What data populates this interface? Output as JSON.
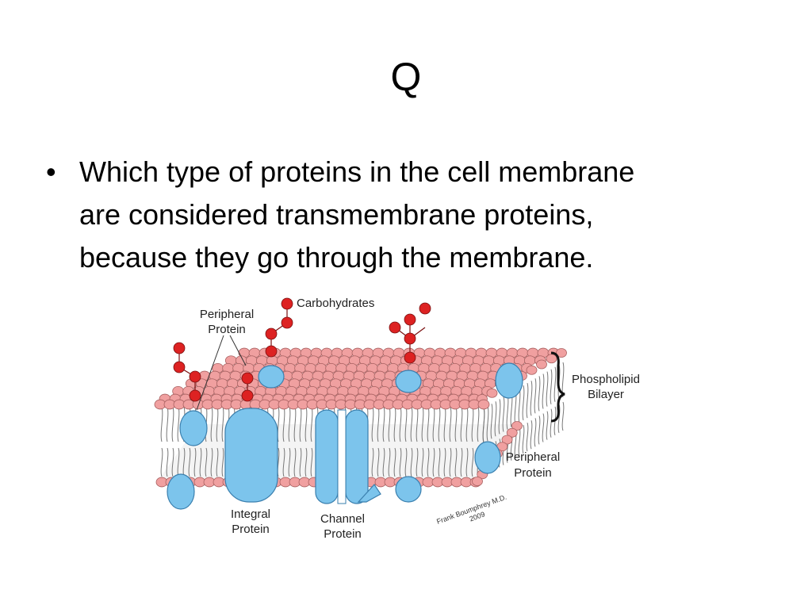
{
  "slide": {
    "title": "Q",
    "bullet_lines": [
      "Which type of proteins in the cell membrane",
      "are considered transmembrane proteins,",
      "because they go through the membrane."
    ]
  },
  "diagram": {
    "labels": {
      "carbohydrates": "Carbohydrates",
      "peripheral_top_1": "Peripheral",
      "peripheral_top_2": "Protein",
      "phospholipid_1": "Phospholipid",
      "phospholipid_2": "Bilayer",
      "peripheral_right_1": "Peripheral",
      "peripheral_right_2": "Protein",
      "integral_1": "Integral",
      "integral_2": "Protein",
      "channel_1": "Channel",
      "channel_2": "Protein",
      "credit_1": "Frank Boumphrey M.D.",
      "credit_2": "2009"
    },
    "colors": {
      "head": "#f0a0a0",
      "head_stroke": "#a86060",
      "protein": "#7cc4ec",
      "protein_stroke": "#3a7fae",
      "carbohydrate": "#dd2222",
      "tail": "#777777"
    }
  }
}
